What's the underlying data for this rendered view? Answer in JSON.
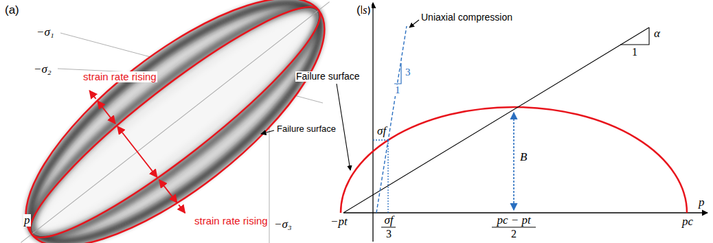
{
  "diagram": {
    "labels": [
      "(a)",
      "−σ₁",
      "strain rate rising",
      "−σ₂",
      "Failure surface",
      "p",
      "strain rate rising",
      "−σ₃",
      "(b)",
      "s",
      "Uniaxial compression",
      "3",
      "1",
      "α",
      "1",
      "σf",
      "B",
      "Failure surface",
      "−pt",
      "σf",
      "3",
      "pc − pt",
      "2",
      "pc",
      "p"
    ]
  }
}
